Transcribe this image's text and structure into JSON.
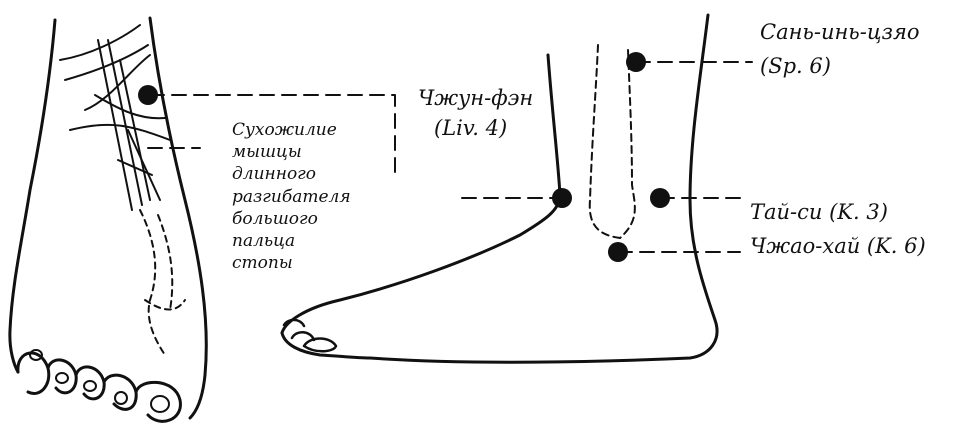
{
  "labels": {
    "zhong_feng": {
      "name": "Чжун-фэн",
      "code": "(Liv. 4)"
    },
    "san_yin_jiao": {
      "name": "Сань-инь-цзяо",
      "code": "(Sp. 6)"
    },
    "tai_xi": "Тай-си (K. 3)",
    "zhao_hai": "Чжао-хай (K. 6)",
    "tendon_lines": [
      "Сухожилие",
      "мышцы",
      "длинного",
      "разгибателя",
      "большого",
      "пальца",
      "стопы"
    ]
  },
  "colors": {
    "ink": "#111111",
    "paper": "#ffffff"
  }
}
